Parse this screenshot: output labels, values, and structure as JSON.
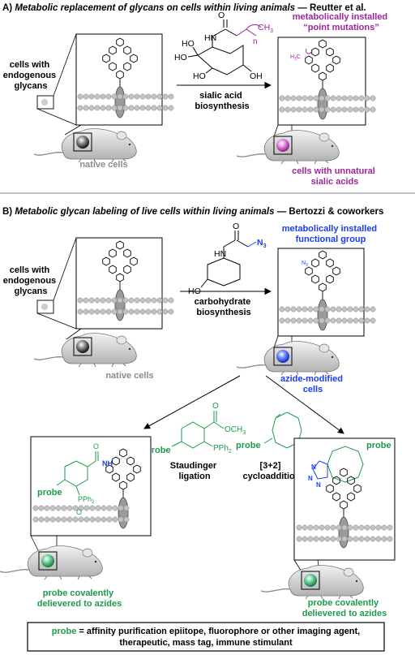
{
  "panel_a": {
    "title_prefix": "A) ",
    "title_italic": "Metabolic replacement of glycans on cells within living animals",
    "title_suffix": " — Reutter et al.",
    "cells_label_1": "cells with",
    "cells_label_2": "endogenous",
    "cells_label_3": "glycans",
    "installed_1": "metabolically installed",
    "installed_2": "“point mutations”",
    "arrow_1": "sialic acid",
    "arrow_2": "biosynthesis",
    "native": "native cells",
    "unnatural_1": "cells with unnatural",
    "unnatural_2": "sialic acids",
    "chem_ch3": "CH",
    "chem_ch3_sub": "3",
    "chem_n": "n",
    "chem_hn": "HN",
    "chem_o": "O",
    "chem_ho1": "HO",
    "chem_ho2": "HO",
    "chem_ho3": "HO",
    "chem_oh": "OH",
    "chem_h3c": "H",
    "chem_h3c_sub": "3",
    "chem_h3c_c": "C"
  },
  "panel_b": {
    "title_prefix": "B) ",
    "title_italic": "Metabolic glycan labeling of live cells within living animals",
    "title_suffix": " — Bertozzi & coworkers",
    "cells_label_1": "cells with",
    "cells_label_2": "endogenous",
    "cells_label_3": "glycans",
    "installed_1": "metabolically installed",
    "installed_2": "functional group",
    "arrow_1": "carbohydrate",
    "arrow_2": "biosynthesis",
    "native": "native cells",
    "azide_1": "azide-modified",
    "azide_2": "cells",
    "staudinger_1": "Staudinger",
    "staudinger_2": "ligation",
    "cyclo_1": "[3+2]",
    "cyclo_2": "cycloaddition",
    "probe": "probe",
    "pph2": "PPh",
    "pph2_sub": "2",
    "och3": "OCH",
    "och3_sub": "3",
    "n3": "N",
    "n3_sub": "3",
    "nh": "NH",
    "o": "O",
    "delivered_left_1": "probe covalently",
    "delivered_left_2": "delievered to azides",
    "delivered_right_1": "probe covalently",
    "delivered_right_2": "delievered to azides",
    "footer_probe": "probe",
    "footer_rest_1": " = affinity purification epiitope, fluorophore or other imaging agent,",
    "footer_rest_2": "therapeutic, mass tag, immune stimulant",
    "ring_n1": "N",
    "ring_n2": "N",
    "ring_n3": "N",
    "ho": "HO",
    "hn": "HN"
  },
  "colors": {
    "purple": "#a0249a",
    "blue": "#1a3cf5",
    "green": "#1e9a4a",
    "gray_text": "#8a8a8a",
    "membrane": "#b9b9b9"
  }
}
